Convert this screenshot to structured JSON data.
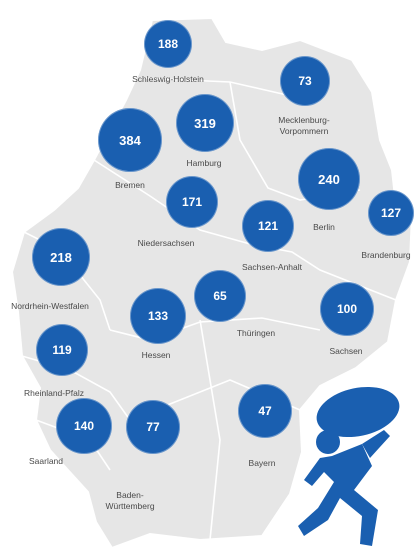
{
  "colors": {
    "bubble": "#1a5fb0",
    "map_fill": "#e6e6e6",
    "map_stroke": "#ffffff",
    "label": "#4a4a4a"
  },
  "icons": {
    "thief": "burglar-with-sack-icon"
  },
  "states": [
    {
      "id": "schleswig-holstein",
      "name": "Schleswig-Holstein",
      "value": "188"
    },
    {
      "id": "mecklenburg-vorpommern",
      "name": "Mecklenburg-\nVorpommern",
      "value": "73"
    },
    {
      "id": "hamburg",
      "name": "Hamburg",
      "value": "319"
    },
    {
      "id": "bremen",
      "name": "Bremen",
      "value": "384"
    },
    {
      "id": "berlin",
      "name": "Berlin",
      "value": "240"
    },
    {
      "id": "brandenburg",
      "name": "Brandenburg",
      "value": "127"
    },
    {
      "id": "niedersachsen",
      "name": "Niedersachsen",
      "value": "171"
    },
    {
      "id": "sachsen-anhalt",
      "name": "Sachsen-Anhalt",
      "value": "121"
    },
    {
      "id": "nordrhein-westfalen",
      "name": "Nordrhein-Westfalen",
      "value": "218"
    },
    {
      "id": "thueringen",
      "name": "Thüringen",
      "value": "65"
    },
    {
      "id": "hessen",
      "name": "Hessen",
      "value": "133"
    },
    {
      "id": "sachsen",
      "name": "Sachsen",
      "value": "100"
    },
    {
      "id": "rheinland-pfalz",
      "name": "Rheinland-Pfalz",
      "value": "119"
    },
    {
      "id": "saarland",
      "name": "Saarland",
      "value": "140"
    },
    {
      "id": "baden-wuerttemberg",
      "name": "Baden-\nWürttemberg",
      "value": "77"
    },
    {
      "id": "bayern",
      "name": "Bayern",
      "value": "47"
    }
  ]
}
